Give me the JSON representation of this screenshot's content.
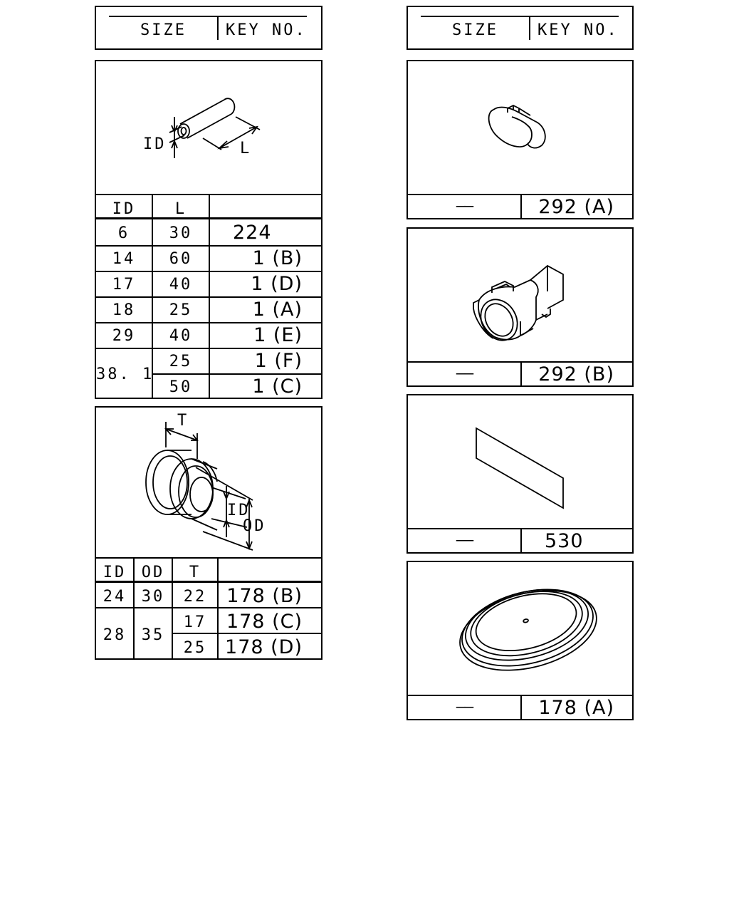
{
  "left_header": {
    "size": "SIZE",
    "key_no": "KEY NO."
  },
  "right_header": {
    "size": "SIZE",
    "key_no": "KEY NO."
  },
  "tube_section": {
    "labels": {
      "id": "ID",
      "l": "L"
    },
    "headers": [
      "ID",
      "L",
      ""
    ],
    "rows": [
      {
        "id": "6",
        "l": "30",
        "key": "224"
      },
      {
        "id": "14",
        "l": "60",
        "key": "1 (B)"
      },
      {
        "id": "17",
        "l": "40",
        "key": "1 (D)"
      },
      {
        "id": "18",
        "l": "25",
        "key": "1 (A)"
      },
      {
        "id": "29",
        "l": "40",
        "key": "1 (E)"
      },
      {
        "id": "38. 1",
        "l": "25",
        "key": "1 (F)"
      },
      {
        "id": "",
        "l": "50",
        "key": "1 (C)"
      }
    ]
  },
  "grommet_section": {
    "labels": {
      "t": "T",
      "id": "ID",
      "od": "OD"
    },
    "headers": [
      "ID",
      "OD",
      "T",
      ""
    ],
    "rows": [
      {
        "id": "24",
        "od": "30",
        "t": "22",
        "key": "178 (B)"
      },
      {
        "id": "28",
        "od": "35",
        "t": "17",
        "key": "178 (C)"
      },
      {
        "id": "",
        "od": "",
        "t": "25",
        "key": "178 (D)"
      }
    ]
  },
  "right_parts": [
    {
      "name": "oval-cap",
      "size": "——",
      "key": "292 (A)"
    },
    {
      "name": "connector",
      "size": "——",
      "key": "292 (B)"
    },
    {
      "name": "label-sheet",
      "size": "——",
      "key": "530"
    },
    {
      "name": "oval-seal",
      "size": "——",
      "key": "178 (A)"
    }
  ]
}
